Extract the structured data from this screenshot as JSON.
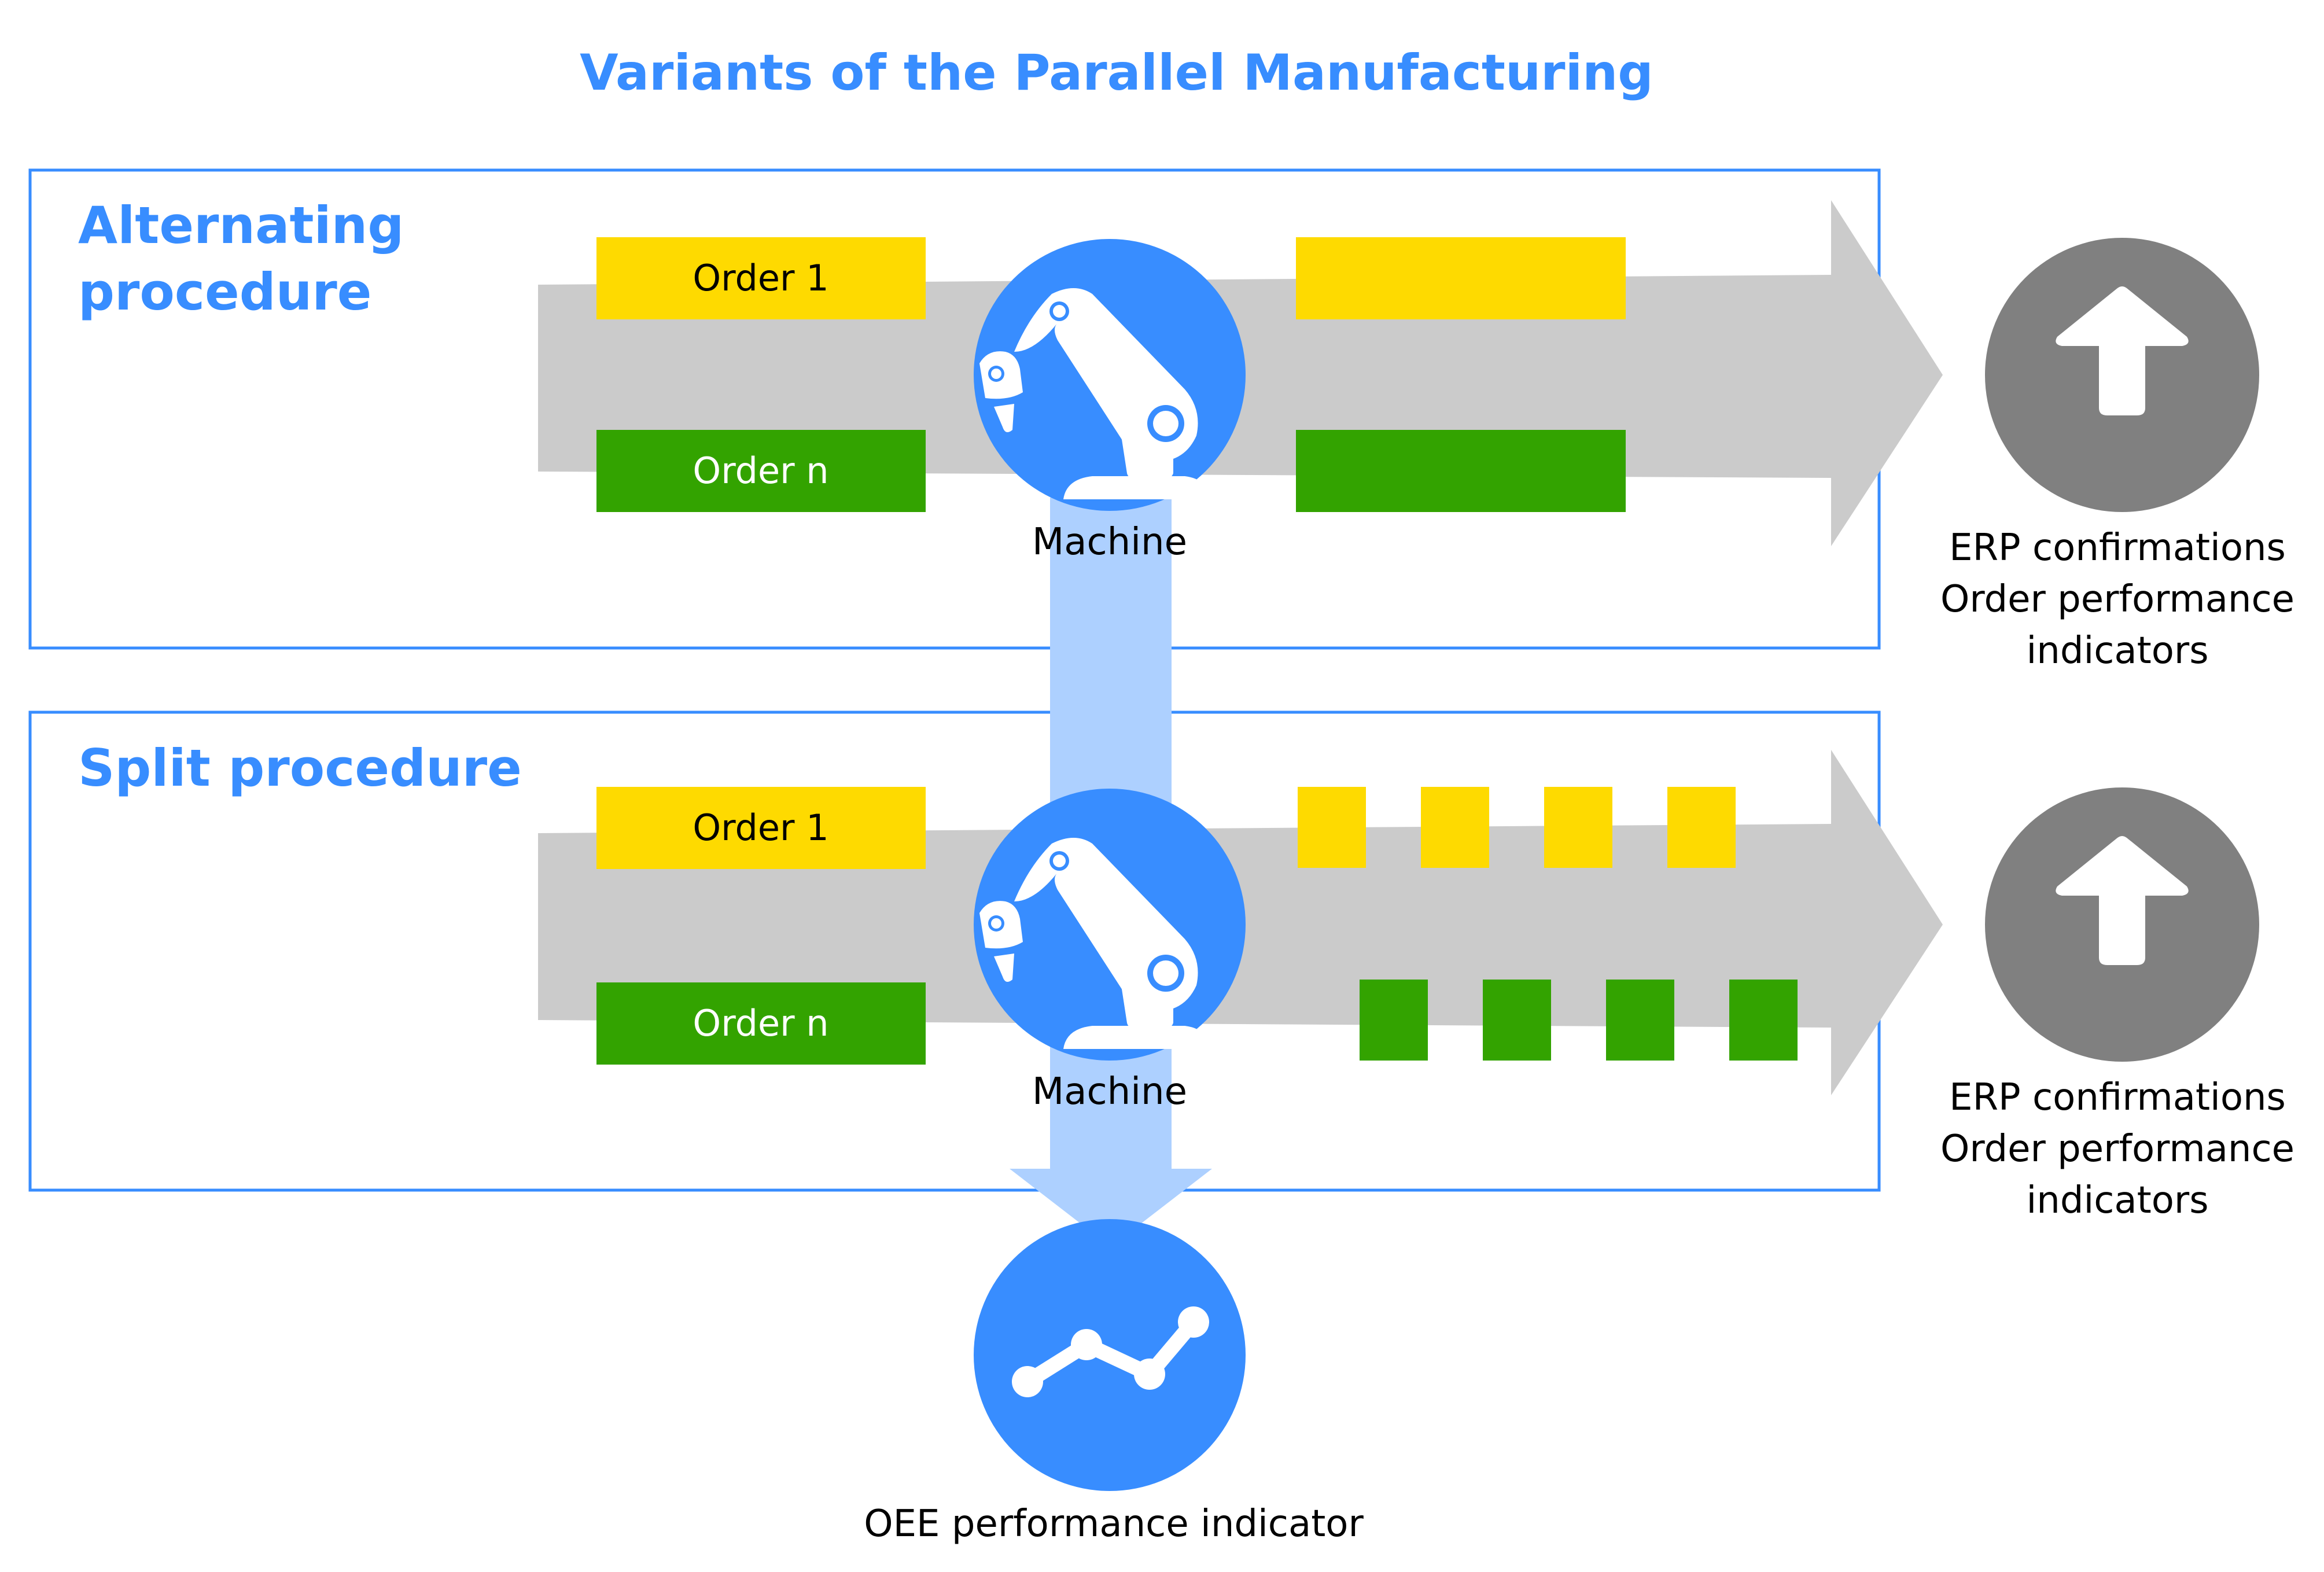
{
  "title": "Variants of the Parallel Manufacturing",
  "colors": {
    "accent_blue": "#388DFF",
    "light_blue": "#ADD0FF",
    "flow_grey": "#CBCBCB",
    "order1_yellow": "#FEDA00",
    "ordern_green": "#33A300",
    "result_grey": "#808080",
    "text_black": "#000000",
    "text_white": "#FFFFFF"
  },
  "panels": [
    {
      "id": "alternating",
      "heading_lines": [
        "Alternating",
        "procedure"
      ],
      "input_orders": [
        {
          "label": "Order 1",
          "color": "yellow"
        },
        {
          "label": "Order n",
          "color": "green"
        }
      ],
      "machine": {
        "label": "Machine",
        "icon": "robot-arm-icon"
      },
      "output_pattern": {
        "order_1_segments": 1,
        "order_n_segments": 1
      },
      "result": {
        "icon": "up-arrow-icon",
        "lines": [
          "ERP confirmations",
          "Order performance",
          "indicators"
        ]
      }
    },
    {
      "id": "split",
      "heading_lines": [
        "Split procedure"
      ],
      "input_orders": [
        {
          "label": "Order 1",
          "color": "yellow"
        },
        {
          "label": "Order n",
          "color": "green"
        }
      ],
      "machine": {
        "label": "Machine",
        "icon": "robot-arm-icon"
      },
      "output_pattern": {
        "order_1_segments": 4,
        "order_n_segments": 4
      },
      "result": {
        "icon": "up-arrow-icon",
        "lines": [
          "ERP confirmations",
          "Order performance",
          "indicators"
        ]
      }
    }
  ],
  "oee": {
    "label": "OEE performance indicator",
    "icon": "line-chart-icon"
  }
}
